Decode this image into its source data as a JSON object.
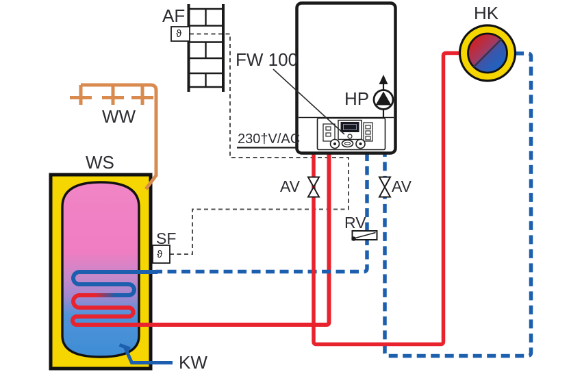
{
  "diagram_type": "heating-system-hydraulic-schematic",
  "labels": {
    "af": "AF",
    "fw100": "FW 100",
    "hp": "HP",
    "hk": "HK",
    "ww": "WW",
    "ws": "WS",
    "sf": "SF",
    "av_left": "AV",
    "av_right": "AV",
    "rv": "RV",
    "kw": "KW",
    "power": "230†V/AC",
    "theta": "ϑ"
  },
  "colors": {
    "flow_red": "#e8232e",
    "return_blue": "#1b5fae",
    "dhw_orange": "#d98b4f",
    "tank_yellow": "#f6d600",
    "tank_pink": "#ef7ec1",
    "tank_purple": "#ab87cd",
    "tank_blue": "#3f8ed6",
    "outline_black": "#1a1a1a",
    "electrical_gray": "#4d4d4d"
  }
}
